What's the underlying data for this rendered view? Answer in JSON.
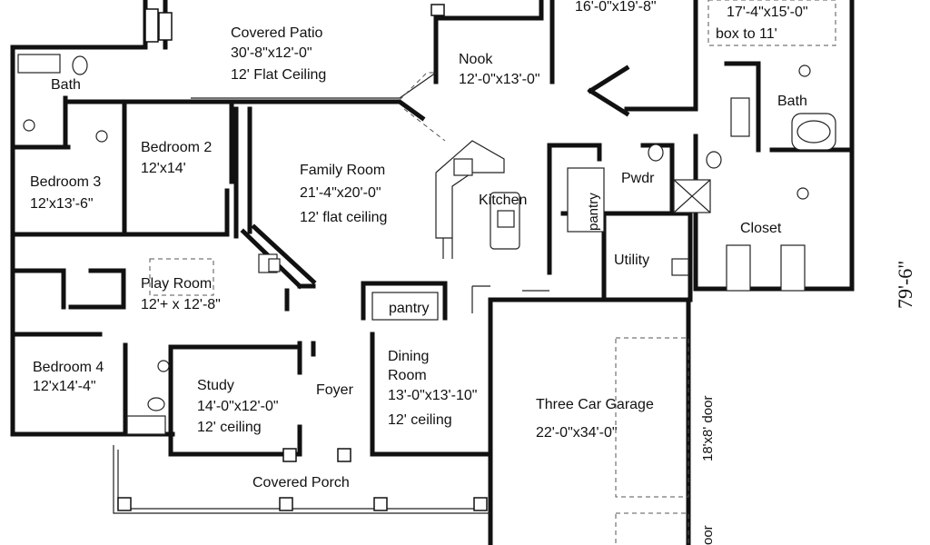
{
  "rooms": {
    "covered_patio": {
      "name": "Covered Patio",
      "size": "30'-8\"x12'-0\"",
      "ceiling": "12' Flat Ceiling"
    },
    "master_bedroom": {
      "size": "16'-0\"x19'-8\""
    },
    "sitting": {
      "size": "17'-4\"x15'-0\"",
      "note": "box to 11'"
    },
    "nook": {
      "name": "Nook",
      "size": "12'-0\"x13'-0\""
    },
    "bath_left": {
      "name": "Bath"
    },
    "bath_right": {
      "name": "Bath"
    },
    "bedroom2": {
      "name": "Bedroom 2",
      "size": "12'x14'"
    },
    "bedroom3": {
      "name": "Bedroom 3",
      "size": "12'x13'-6\""
    },
    "family_room": {
      "name": "Family Room",
      "size": "21'-4\"x20'-0\"",
      "ceiling": "12' flat ceiling"
    },
    "kitchen": {
      "name": "Kitchen"
    },
    "pantry_kitchen": {
      "name": "pantry"
    },
    "powder": {
      "name": "Pwdr"
    },
    "closet": {
      "name": "Closet"
    },
    "utility": {
      "name": "Utility"
    },
    "play_room": {
      "name": "Play Room",
      "size": "12'+ x 12'-8\""
    },
    "pantry_dining": {
      "name": "pantry"
    },
    "bedroom4": {
      "name": "Bedroom 4",
      "size": "12'x14'-4\""
    },
    "study": {
      "name": "Study",
      "size": "14'-0\"x12'-0\"",
      "ceiling": "12' ceiling"
    },
    "foyer": {
      "name": "Foyer"
    },
    "dining_room": {
      "name": "Dining",
      "name2": "Room",
      "size": "13'-0\"x13'-10\"",
      "ceiling": "12' ceiling"
    },
    "garage": {
      "name": "Three Car Garage",
      "size": "22'-0\"x34'-0\""
    },
    "covered_porch": {
      "name": "Covered Porch"
    }
  },
  "doors": {
    "garage_door_1": "18'x8' door",
    "garage_door_2": "oor"
  },
  "dimensions": {
    "overall_depth": "79'-6\""
  }
}
